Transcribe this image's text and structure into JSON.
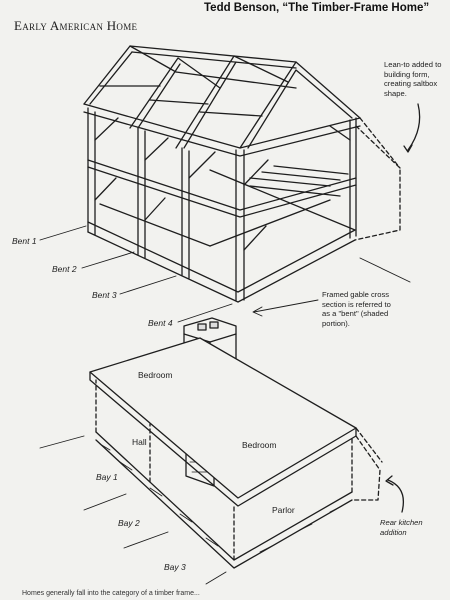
{
  "heading": "Early American Home",
  "credit": "Tedd Benson, “The Timber-Frame Home”",
  "annotations": {
    "lean_to": "Lean-to added to\nbuilding form,\ncreating saltbox\nshape.",
    "bent_note": "Framed gable cross\nsection is referred to\nas a \"bent\" (shaded\nportion).",
    "rear_kitchen": "Rear kitchen\naddition"
  },
  "bents": [
    "Bent 1",
    "Bent 2",
    "Bent 3",
    "Bent 4"
  ],
  "bays": [
    "Bay 1",
    "Bay 2",
    "Bay 3"
  ],
  "rooms": {
    "bedroom_upper": "Bedroom",
    "bedroom_lower": "Bedroom",
    "hall": "Hall",
    "parlor": "Parlor"
  },
  "footer": "Homes generally fall into the category of a timber frame..."
}
